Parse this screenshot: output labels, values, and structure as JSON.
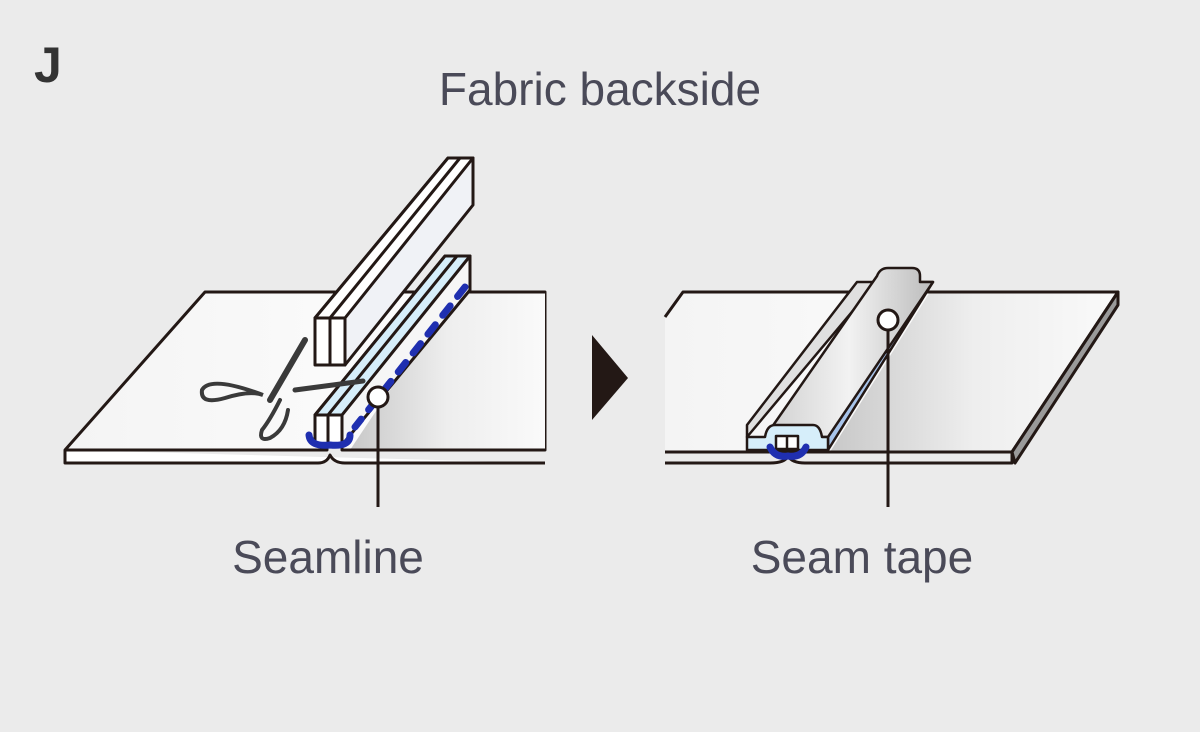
{
  "panel_letter": "J",
  "title": "Fabric backside",
  "captions": {
    "seamline": "Seamline",
    "seam_tape": "Seam tape"
  },
  "colors": {
    "background": "#ebebeb",
    "outline": "#231815",
    "stitch_blue": "#1f2fb0",
    "tape_blue": "#d6eefa",
    "text": "#4a4a58"
  },
  "icons": [
    "scissors-icon",
    "arrow-right-icon"
  ]
}
